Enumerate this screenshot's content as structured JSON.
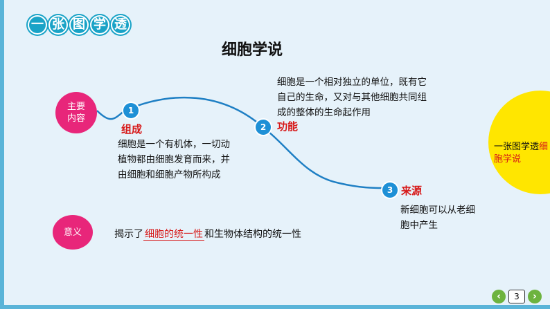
{
  "header": {
    "badge_chars": [
      "一",
      "张",
      "图",
      "学",
      "透"
    ]
  },
  "title": "细胞学说",
  "main_content_node": {
    "line1": "主要",
    "line2": "内容"
  },
  "meaning_node": {
    "label": "意义"
  },
  "steps": [
    {
      "number": "1",
      "label": "组成",
      "desc": "细胞是一个有机体，一切动植物都由细胞发育而来，并由细胞和细胞产物所构成"
    },
    {
      "number": "2",
      "label": "功能",
      "desc": "细胞是一个相对独立的单位，既有它自己的生命，又对与其他细胞共同组成的整体的生命起作用"
    },
    {
      "number": "3",
      "label": "来源",
      "desc": "新细胞可以从老细胞中产生"
    }
  ],
  "meaning_text": {
    "prefix": "揭示了",
    "highlight": "细胞的统一性",
    "suffix": "和生物体结构的统一性"
  },
  "side_label": {
    "prefix": "一张图学透",
    "highlight": "细胞学说"
  },
  "nav": {
    "prev": "‹",
    "page": "3",
    "next": "›"
  },
  "colors": {
    "background": "#e6f2fa",
    "accent_blue": "#1e90d6",
    "pink": "#e8267a",
    "red": "#d71818",
    "yellow": "#ffe600",
    "nav_green": "#6db33f"
  }
}
